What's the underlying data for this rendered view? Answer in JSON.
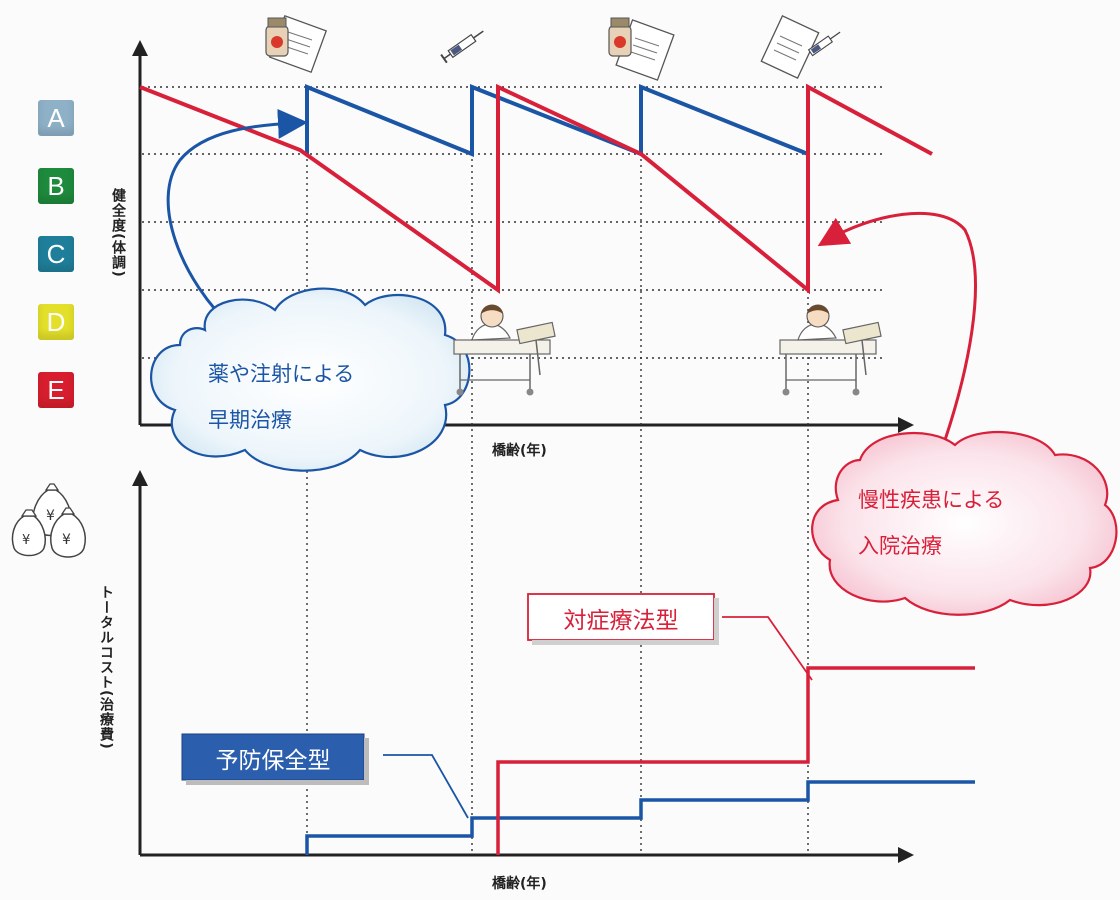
{
  "grades": [
    {
      "label": "A",
      "color": "#8fb1c8"
    },
    {
      "label": "B",
      "color": "#1e8a3c"
    },
    {
      "label": "C",
      "color": "#1f7f9b"
    },
    {
      "label": "D",
      "color": "#e4e02a"
    },
    {
      "label": "E",
      "color": "#d81e2e"
    }
  ],
  "top_chart": {
    "ylabel": "健全度(体調)",
    "xlabel": "橋齢(年)"
  },
  "bottom_chart": {
    "ylabel": "トータルコスト(治療費)",
    "xlabel": "橋齢(年)"
  },
  "callouts": {
    "early": {
      "line1": "薬や注射による",
      "line2": "早期治療",
      "color": "#1b55a6"
    },
    "chronic": {
      "line1": "慢性疾患による",
      "line2": "入院治療",
      "color": "#d8203a"
    }
  },
  "legend": {
    "preventive": {
      "label": "予防保全型",
      "color": "#2b5fae"
    },
    "reactive": {
      "label": "対症療法型",
      "color": "#d8203a"
    }
  },
  "icons": [
    "medicine-bottle-and-document-icon",
    "syringe-icon",
    "medicine-bottle-and-document-icon",
    "document-and-syringe-icon",
    "hospital-bed-patient-icon",
    "hospital-bed-patient-icon",
    "money-bags-icon"
  ]
}
